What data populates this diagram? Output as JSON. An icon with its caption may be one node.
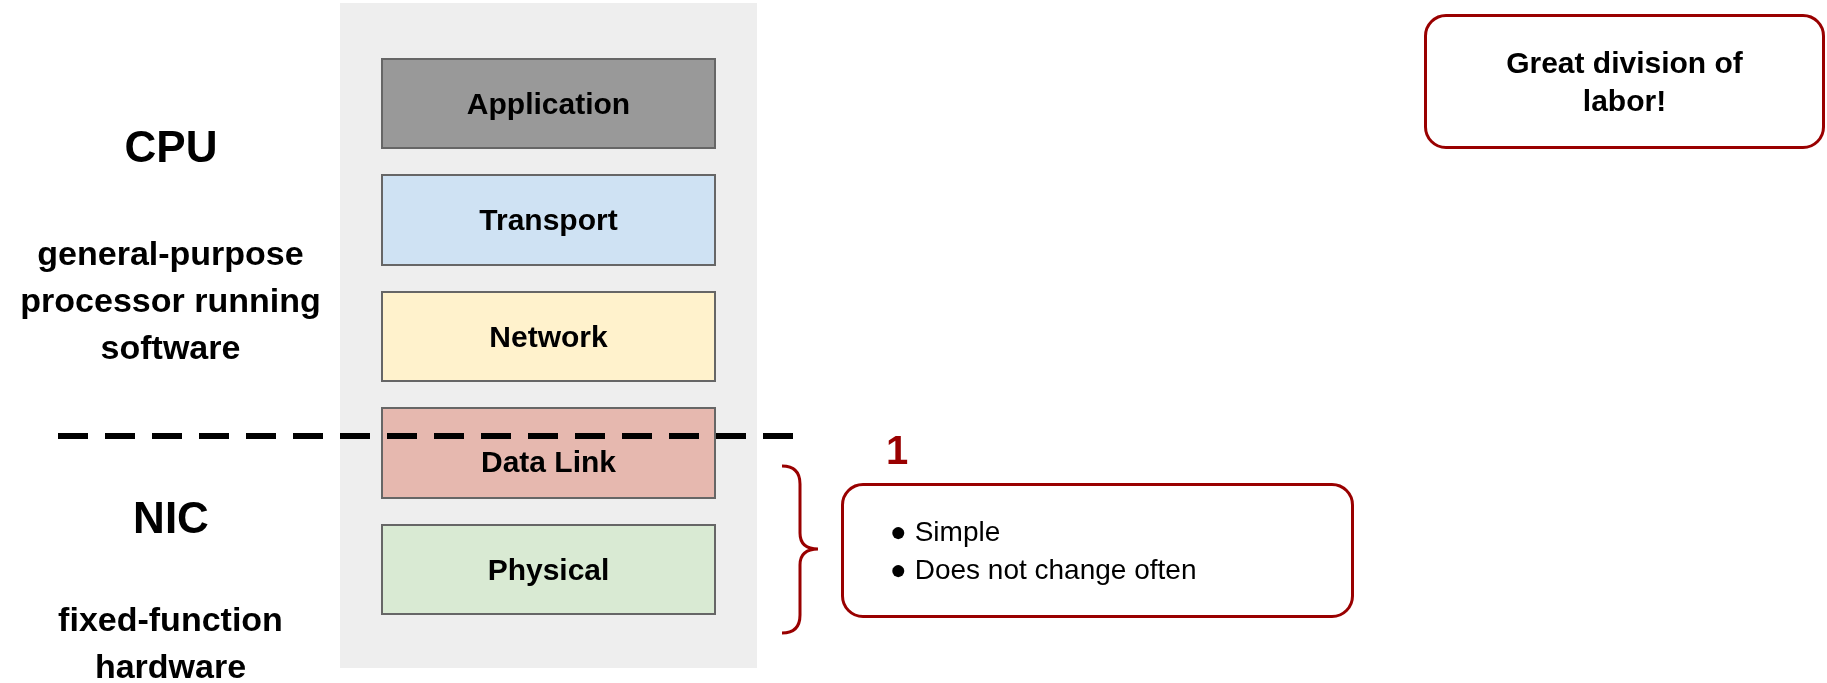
{
  "diagram": {
    "nodes": [
      {
        "text": [],
        "shape": "box"
      },
      {
        "text": [
          "Application"
        ],
        "in": 0
      },
      {
        "text": [
          "Transport"
        ],
        "in": 0
      },
      {
        "text": [
          "Network"
        ],
        "in": 0
      },
      {
        "text": [
          "Data Link"
        ],
        "in": 0
      },
      {
        "text": [
          "Physical"
        ],
        "in": 0
      },
      {
        "text": [
          "● Simple",
          "● Does not change often"
        ]
      },
      {
        "text": [
          "Great division of labor!"
        ]
      }
    ],
    "labels": [
      "CPU",
      "general-purpose processor running software",
      "1",
      "NIC",
      "fixed-function hardware"
    ]
  }
}
